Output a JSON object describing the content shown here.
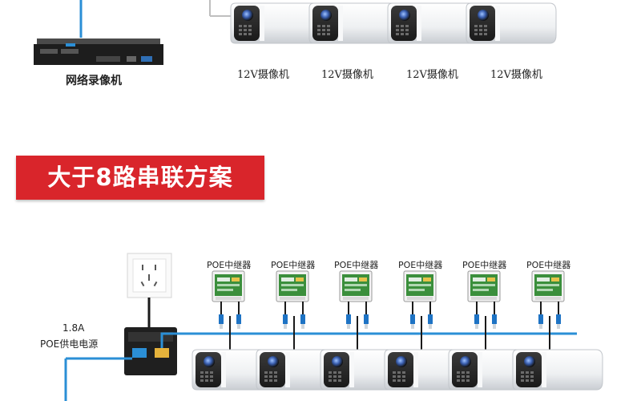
{
  "top": {
    "nvr_label": "网络录像机",
    "camera_labels": [
      "12V摄像机",
      "12V摄像机",
      "12V摄像机",
      "12V摄像机"
    ]
  },
  "banner": {
    "title": "大于8路串联方案"
  },
  "bottom": {
    "psu_current": "1.8A",
    "psu_name": "POE供电电源",
    "repeater_labels": [
      "POE中继器",
      "POE中继器",
      "POE中继器",
      "POE中继器",
      "POE中继器",
      "POE中继器"
    ]
  },
  "colors": {
    "banner_red": "#d9252b",
    "cable_blue": "#2b8fd6",
    "repeater_green": "#3b8f3c",
    "device_dark": "#2a2a2a"
  },
  "icons": [
    "outlet-icon",
    "poe-power-injector-icon",
    "nvr-icon",
    "bullet-camera-icon",
    "poe-repeater-icon"
  ]
}
